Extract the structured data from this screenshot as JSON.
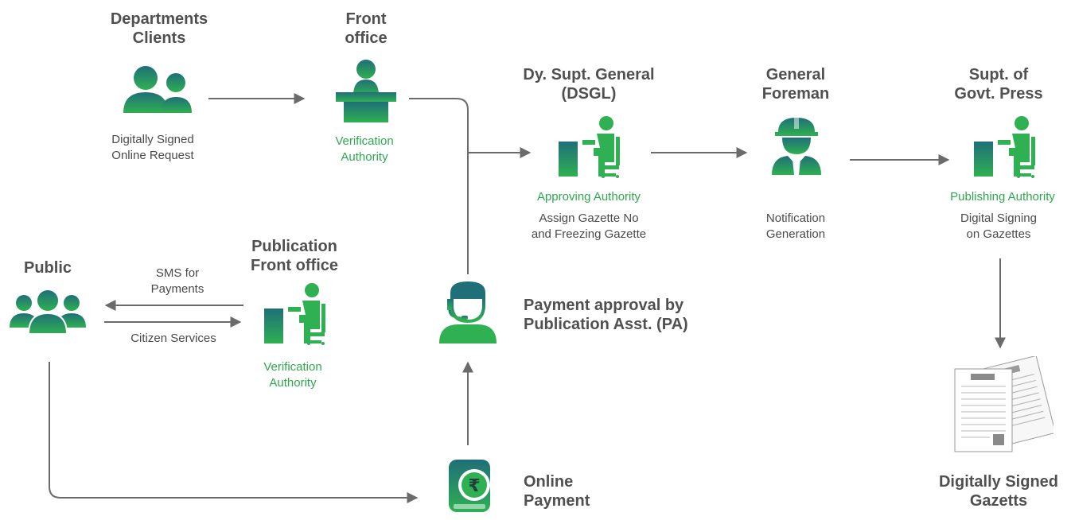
{
  "colors": {
    "green": "#2fa84f",
    "teal": "#1f6f78",
    "arrow": "#6b6b6b",
    "text": "#4a4a4a"
  },
  "nodes": {
    "departments": {
      "title": "Departments\nClients",
      "desc": "Digitally Signed\nOnline Request",
      "icon": "users-icon"
    },
    "front_office": {
      "title": "Front\noffice",
      "role": "Verification\nAuthority",
      "icon": "front-desk-icon"
    },
    "dsgl": {
      "title": "Dy. Supt. General\n(DSGL)",
      "role": "Approving Authority",
      "desc": "Assign Gazette No\nand Freezing Gazette",
      "icon": "desk-worker-icon"
    },
    "foreman": {
      "title": "General\nForeman",
      "desc": "Notification\nGeneration",
      "icon": "hardhat-worker-icon"
    },
    "supt": {
      "title": "Supt. of\nGovt. Press",
      "role": "Publishing Authority",
      "desc": "Digital Signing\non Gazettes",
      "icon": "desk-worker-icon"
    },
    "public": {
      "title": "Public",
      "icon": "group-icon"
    },
    "pub_front": {
      "title": "Publication\nFront office",
      "role": "Verification\nAuthority",
      "icon": "desk-worker-icon"
    },
    "pa": {
      "title": "Payment approval by\nPublication Asst. (PA)",
      "icon": "headset-agent-icon"
    },
    "payment": {
      "title": "Online\nPayment",
      "icon": "rupee-wallet-icon"
    },
    "gazettes": {
      "title": "Digitally Signed\nGazetts",
      "icon": "gazette-documents-icon"
    }
  },
  "edges": {
    "sms": "SMS for\nPayments",
    "citizen": "Citizen Services"
  }
}
